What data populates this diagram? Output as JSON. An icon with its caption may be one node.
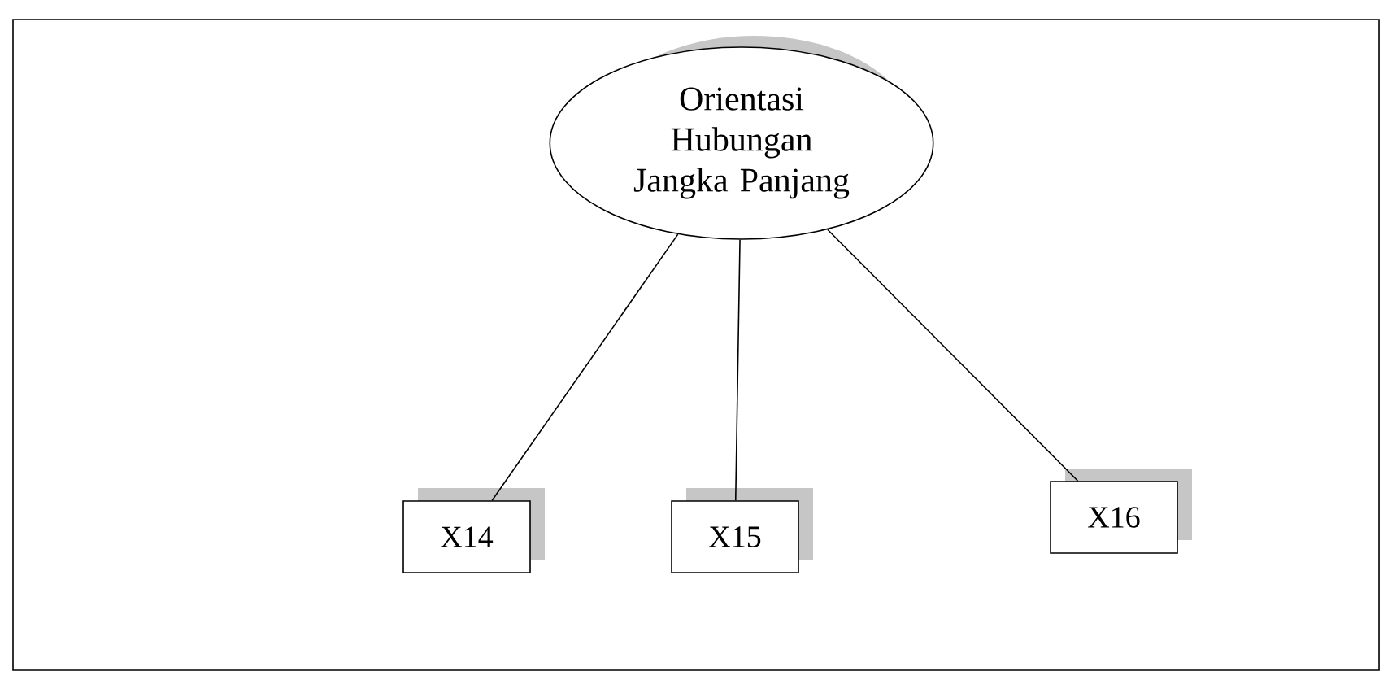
{
  "diagram": {
    "nodes": [
      {
        "text": [
          "Orientasi Hubungan Jangka Panjang"
        ]
      },
      {
        "text": [
          "X14"
        ]
      },
      {
        "text": [
          "X15"
        ]
      },
      {
        "text": [
          "X16"
        ]
      }
    ],
    "edges": [
      {
        "from": 0,
        "to": 1,
        "arrow": "none"
      },
      {
        "from": 0,
        "to": 2,
        "arrow": "none"
      },
      {
        "from": 0,
        "to": 3,
        "arrow": "none"
      }
    ]
  }
}
